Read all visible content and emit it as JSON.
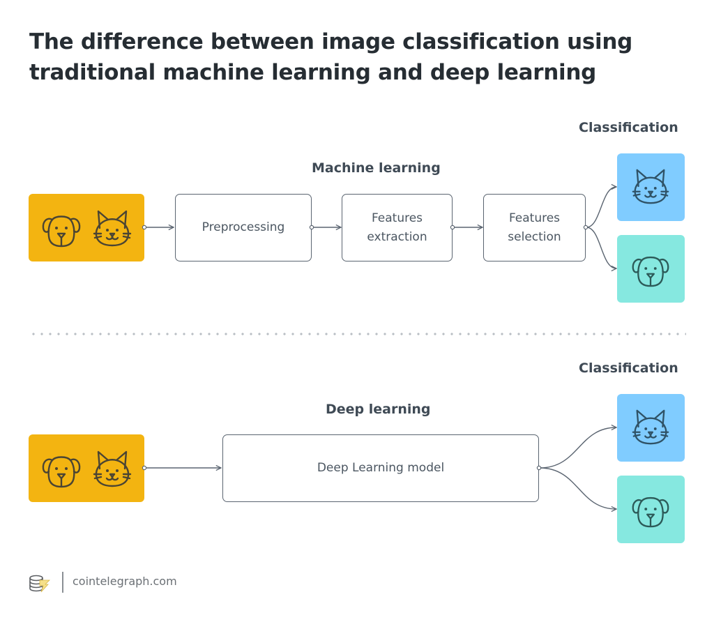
{
  "title": "The difference between image classification using traditional machine learning and deep learning",
  "colors": {
    "input_tile": "#f3b411",
    "cat_output": "#80ccff",
    "dog_output": "#86e8e0",
    "stroke": "#5a6470",
    "title_text": "#262d33"
  },
  "machine_learning": {
    "heading": "Machine learning",
    "classification_heading": "Classification",
    "input_icons": [
      "dog-icon",
      "cat-icon"
    ],
    "steps": [
      {
        "label_line1": "Preprocessing",
        "label_line2": ""
      },
      {
        "label_line1": "Features",
        "label_line2": "extraction"
      },
      {
        "label_line1": "Features",
        "label_line2": "selection"
      }
    ],
    "outputs": [
      {
        "icon": "cat-icon",
        "class": "cat"
      },
      {
        "icon": "dog-icon",
        "class": "dog"
      }
    ]
  },
  "deep_learning": {
    "heading": "Deep learning",
    "classification_heading": "Classification",
    "input_icons": [
      "dog-icon",
      "cat-icon"
    ],
    "model_label": "Deep Learning model",
    "outputs": [
      {
        "icon": "cat-icon",
        "class": "cat"
      },
      {
        "icon": "dog-icon",
        "class": "dog"
      }
    ]
  },
  "footer": {
    "logo_icon": "cointelegraph-logo-icon",
    "site": "cointelegraph.com"
  }
}
